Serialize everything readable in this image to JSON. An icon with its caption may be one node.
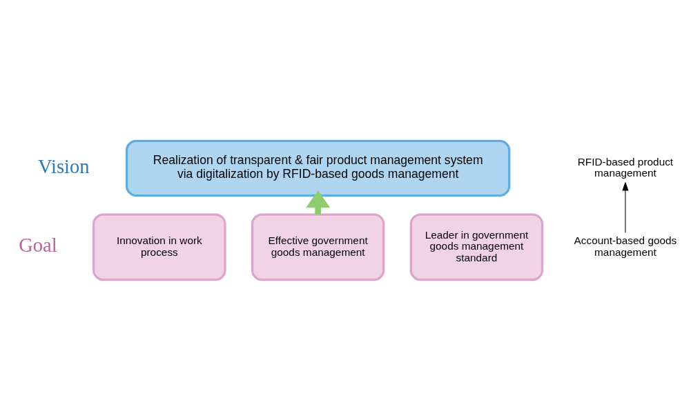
{
  "diagram": {
    "nodes": [
      {
        "text": [
          "Realization of transparent & fair product management system via digitalization by RFID-based goods management"
        ],
        "beside": [
          "Vision"
        ]
      },
      {
        "text": [
          "RFID-based product management"
        ]
      },
      {
        "text": [
          "Account-based goods management"
        ]
      },
      {
        "text": [
          "Innovation in work process"
        ]
      },
      {
        "text": [
          "Effective government goods management"
        ]
      },
      {
        "text": [
          "Leader in government goods management standard"
        ]
      }
    ],
    "edges": [
      {
        "from": 2,
        "to": 1,
        "arrow": "to"
      },
      {
        "from": 4,
        "to": 0,
        "arrow": "to",
        "style": "thick",
        "color": "#8fcc6e"
      }
    ],
    "labels": [
      "Goal"
    ]
  }
}
